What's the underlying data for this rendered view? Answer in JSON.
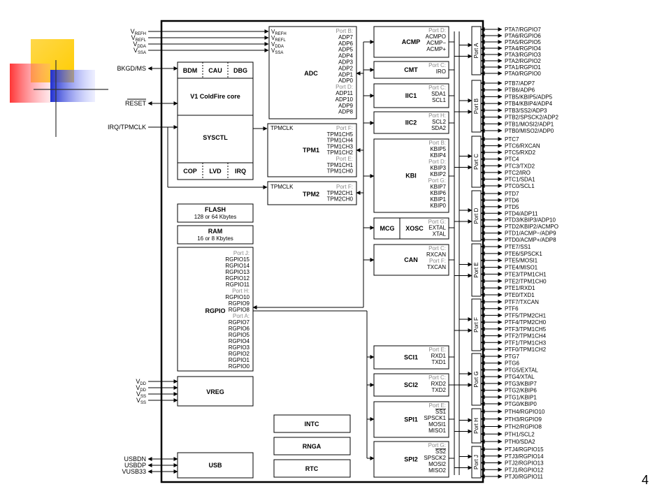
{
  "page_number": "4",
  "left_pins": {
    "vref": [
      {
        "base": "V",
        "sub": "REFH"
      },
      {
        "base": "V",
        "sub": "REFL"
      },
      {
        "base": "V",
        "sub": "DDA"
      },
      {
        "base": "V",
        "sub": "SSA"
      }
    ],
    "bkgd": "BKGD/MS",
    "reset": "RESET",
    "irq": "IRQ/TPMCLK",
    "power": [
      {
        "base": "V",
        "sub": "DD"
      },
      {
        "base": "V",
        "sub": "DD"
      },
      {
        "base": "V",
        "sub": "SS"
      },
      {
        "base": "V",
        "sub": "SS"
      }
    ],
    "usb": [
      "USBDN",
      "USBDP",
      "VUSB33"
    ]
  },
  "core": {
    "bdm": "BDM",
    "cau": "CAU",
    "dbg": "DBG",
    "core": "V1 ColdFire core",
    "sysctl": "SYSCTL",
    "cop": "COP",
    "lvd": "LVD",
    "irq": "IRQ"
  },
  "adc": {
    "title": "ADC",
    "inputs": [
      {
        "base": "V",
        "sub": "REFH"
      },
      {
        "base": "V",
        "sub": "REFL"
      },
      {
        "base": "V",
        "sub": "DDA"
      },
      {
        "base": "V",
        "sub": "SSA"
      }
    ],
    "ports": [
      {
        "header": "Port B:",
        "pins": [
          "ADP7",
          "ADP6",
          "ADP5",
          "ADP4",
          "ADP3",
          "ADP2",
          "ADP1",
          "ADP0"
        ]
      },
      {
        "header": "Port D:",
        "pins": [
          "ADP11",
          "ADP10",
          "ADP9",
          "ADP8"
        ]
      }
    ]
  },
  "tpm1": {
    "title": "TPM1",
    "clk": "TPMCLK",
    "ports": [
      {
        "header": "Port F:",
        "pins": [
          "TPM1CH5",
          "TPM1CH4",
          "TPM1CH3",
          "TPM1CH2"
        ]
      },
      {
        "header": "Port E:",
        "pins": [
          "TPM1CH1",
          "TPM1CH0"
        ]
      }
    ]
  },
  "tpm2": {
    "title": "TPM2",
    "clk": "TPMCLK",
    "ports": [
      {
        "header": "Port F:",
        "pins": [
          "TPM2CH1",
          "TPM2CH0"
        ]
      }
    ]
  },
  "flash": {
    "title": "FLASH",
    "sub": "128 or 64 Kbytes"
  },
  "ram": {
    "title": "RAM",
    "sub": "16 or 8 Kbytes"
  },
  "rgpio": {
    "title": "RGPIO",
    "ports": [
      {
        "header": "Port J:",
        "pins": [
          "RGPIO15",
          "RGPIO14",
          "RGPIO13",
          "RGPIO12",
          "RGPIO11"
        ]
      },
      {
        "header": "Port H:",
        "pins": [
          "RGPIO10",
          "RGPIO9",
          "RGPIO8"
        ]
      },
      {
        "header": "Port A:",
        "pins": [
          "RGPIO7",
          "RGPIO6",
          "RGPIO5",
          "RGPIO4",
          "RGPIO3",
          "RGPIO2",
          "RGPIO1",
          "RGPIO0"
        ]
      }
    ]
  },
  "vreg": "VREG",
  "usb": "USB",
  "intc": "INTC",
  "rnga": "RNGA",
  "rtc": "RTC",
  "right_modules": [
    {
      "title": "ACMP",
      "ports": [
        {
          "header": "Port D:",
          "pins": [
            "ACMPO",
            "ACMP−",
            "ACMP+"
          ]
        }
      ]
    },
    {
      "title": "CMT",
      "ports": [
        {
          "header": "Port C:",
          "pins": [
            "IRO"
          ]
        }
      ]
    },
    {
      "title": "IIC1",
      "ports": [
        {
          "header": "Port C:",
          "pins": [
            "SDA1",
            "SCL1"
          ]
        }
      ]
    },
    {
      "title": "IIC2",
      "ports": [
        {
          "header": "Port H:",
          "pins": [
            "SCL2",
            "SDA2"
          ]
        }
      ]
    },
    {
      "title": "KBI",
      "ports": [
        {
          "header": "Port B:",
          "pins": [
            "KBIP5",
            "KBIP4"
          ]
        },
        {
          "header": "Port D:",
          "pins": [
            "KBIP3",
            "KBIP2"
          ]
        },
        {
          "header": "Port G:",
          "pins": [
            "KBIP7",
            "KBIP6",
            "KBIP1",
            "KBIP0"
          ]
        }
      ]
    },
    {
      "title": "XOSC",
      "mcg": "MCG",
      "ports": [
        {
          "header": "Port G:",
          "pins": [
            "EXTAL",
            "XTAL"
          ]
        }
      ]
    },
    {
      "title": "CAN",
      "ports": [
        {
          "header": "Port C:",
          "pins": [
            "RXCAN"
          ]
        },
        {
          "header": "Port F:",
          "pins": [
            "TXCAN"
          ]
        }
      ]
    },
    {
      "title": "SCI1",
      "ports": [
        {
          "header": "Port E:",
          "pins": [
            "RXD1",
            "TXD1"
          ]
        }
      ]
    },
    {
      "title": "SCI2",
      "ports": [
        {
          "header": "Port C:",
          "pins": [
            "RXD2",
            "TXD2"
          ]
        }
      ]
    },
    {
      "title": "SPI1",
      "ports": [
        {
          "header": "Port E:",
          "pins": [
            "SS1",
            "SPSCK1",
            "MOSI1",
            "MISO1"
          ]
        }
      ]
    },
    {
      "title": "SPI2",
      "ports": [
        {
          "header": "Port G:",
          "pins": [
            "SS2",
            "SPSCK2",
            "MOSI2",
            "MISO2"
          ]
        }
      ]
    }
  ],
  "ports": [
    {
      "name": "Port A",
      "pins": [
        "PTA7/RGPIO7",
        "PTA6/RGPIO6",
        "PTA5/RGPIO5",
        "PTA4/RGPIO4",
        "PTA3/RGPIO3",
        "PTA2/RGPIO2",
        "PTA1/RGPIO1",
        "PTA0/RGPIO0"
      ]
    },
    {
      "name": "Port B",
      "pins": [
        "PTB7/ADP7",
        "PTB6/ADP6",
        "PTB5/KBIP5/ADP5",
        "PTB4/KBIP4/ADP4",
        "PTB3/SS2/ADP3",
        "PTB2/SPSCK2/ADP2",
        "PTB1/MOSI2/ADP1",
        "PTB0/MISO2/ADP0"
      ]
    },
    {
      "name": "Port C",
      "pins": [
        "PTC7",
        "PTC6/RXCAN",
        "PTC5/RXD2",
        "PTC4",
        "PTC3/TXD2",
        "PTC2/IRO",
        "PTC1/SDA1",
        "PTC0/SCL1"
      ]
    },
    {
      "name": "Port D",
      "pins": [
        "PTD7",
        "PTD6",
        "PTD5",
        "PTD4/ADP11",
        "PTD3/KBIP3/ADP10",
        "PTD2/KBIP2/ACMPO",
        "PTD1/ACMP−/ADP9",
        "PTD0/ACMP+/ADP8"
      ]
    },
    {
      "name": "Port E",
      "pins": [
        "PTE7/SS1",
        "PTE6/SPSCK1",
        "PTE5/MOSI1",
        "PTE4/MISO1",
        "PTE3/TPM1CH1",
        "PTE2/TPM1CH0",
        "PTE1/RXD1",
        "PTE0/TXD1"
      ]
    },
    {
      "name": "Port F",
      "pins": [
        "PTF7/TXCAN",
        "PTF6",
        "PTF5/TPM2CH1",
        "PTF4/TPM2CH0",
        "PTF3/TPM1CH5",
        "PTF2/TPM1CH4",
        "PTF1/TPM1CH3",
        "PTF0/TPM1CH2"
      ]
    },
    {
      "name": "Port G",
      "pins": [
        "PTG7",
        "PTG6",
        "PTG5/EXTAL",
        "PTG4/XTAL",
        "PTG3/KBIP7",
        "PTG2/KBIP6",
        "PTG1/KBIP1",
        "PTG0/KBIP0"
      ]
    },
    {
      "name": "Port H",
      "pins": [
        "PTH4/RGPIO10",
        "PTH3/RGPIO9",
        "PTH2/RGPIO8",
        "PTH1/SCL2",
        "PTH0/SDA2"
      ]
    },
    {
      "name": "Port J",
      "pins": [
        "PTJ4/RGPIO15",
        "PTJ3/RGPIO14",
        "PTJ2/RGPIO13",
        "PTJ1/RGPIO12",
        "PTJ0/RGPIO11"
      ]
    }
  ],
  "colors": {
    "deco_yellow": "#ffcc00",
    "deco_red": "#ff3333",
    "deco_blue": "#2a3ad6",
    "line": "#000000"
  }
}
